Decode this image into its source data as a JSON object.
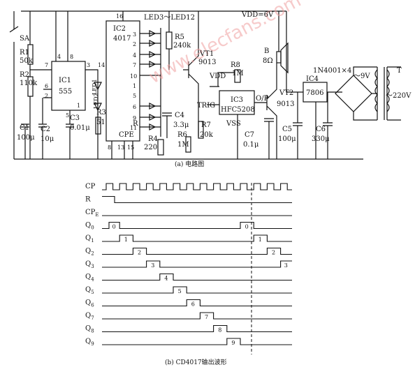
{
  "circuit": {
    "caption": "(a) 电路图",
    "watermark": "www.elecfans.com",
    "supply": "VDD=6V",
    "switch": "SA",
    "r1": [
      "R1",
      "50k"
    ],
    "r2": [
      "R2",
      "110k"
    ],
    "ic1": [
      "IC1",
      "555"
    ],
    "led1": "LED1",
    "led2": "LED2",
    "r3": [
      "R3",
      "51"
    ],
    "c1": [
      "C1",
      "100μ"
    ],
    "c2": [
      "C2",
      "10μ"
    ],
    "c3": [
      "C3",
      "0.01μ"
    ],
    "ic2": [
      "IC2",
      "4017"
    ],
    "cpe": "CPE",
    "reset": "R",
    "led_range": "LED3～LED12",
    "r4": [
      "R4",
      "220"
    ],
    "r5": [
      "R5",
      "240k"
    ],
    "c4": [
      "C4",
      "3.3μ"
    ],
    "r6": [
      "R6",
      "1M"
    ],
    "vt1": [
      "VT1",
      "9013"
    ],
    "r7": [
      "R7",
      "20k"
    ],
    "r8": [
      "R8",
      "1M"
    ],
    "vdd": "VDD",
    "trig": "TRIG",
    "ic3": [
      "IC3",
      "HFC5208"
    ],
    "vss": "VSS",
    "op": "O/P",
    "c7": [
      "C7",
      "0.1μ"
    ],
    "vt2": [
      "VT2",
      "9013"
    ],
    "speaker": [
      "B",
      "8Ω"
    ],
    "ic4": [
      "IC4",
      "7806"
    ],
    "c5": [
      "C5",
      "100μ"
    ],
    "c6": [
      "C6",
      "330μ"
    ],
    "diodes": "1N4001×4",
    "transformer": "T",
    "v9": "～9V",
    "v220": "～220V",
    "ic1_pins": [
      "7",
      "6",
      "2",
      "4",
      "8",
      "3",
      "1",
      "5"
    ],
    "ic2_pins": [
      "16",
      "14",
      "8",
      "13",
      "15",
      "3",
      "2",
      "4",
      "7",
      "10",
      "1",
      "5",
      "6",
      "9",
      "11"
    ]
  },
  "waveform": {
    "caption": "(b) CD4017输出波形",
    "signals": [
      "CP",
      "R",
      "CPE",
      "Q0",
      "Q1",
      "Q2",
      "Q3",
      "Q4",
      "Q5",
      "Q6",
      "Q7",
      "Q8",
      "Q9"
    ],
    "pulse_labels": [
      "0",
      "1",
      "2",
      "3",
      "4",
      "5",
      "6",
      "7",
      "8",
      "9",
      "0",
      "1",
      "2",
      "3"
    ]
  }
}
